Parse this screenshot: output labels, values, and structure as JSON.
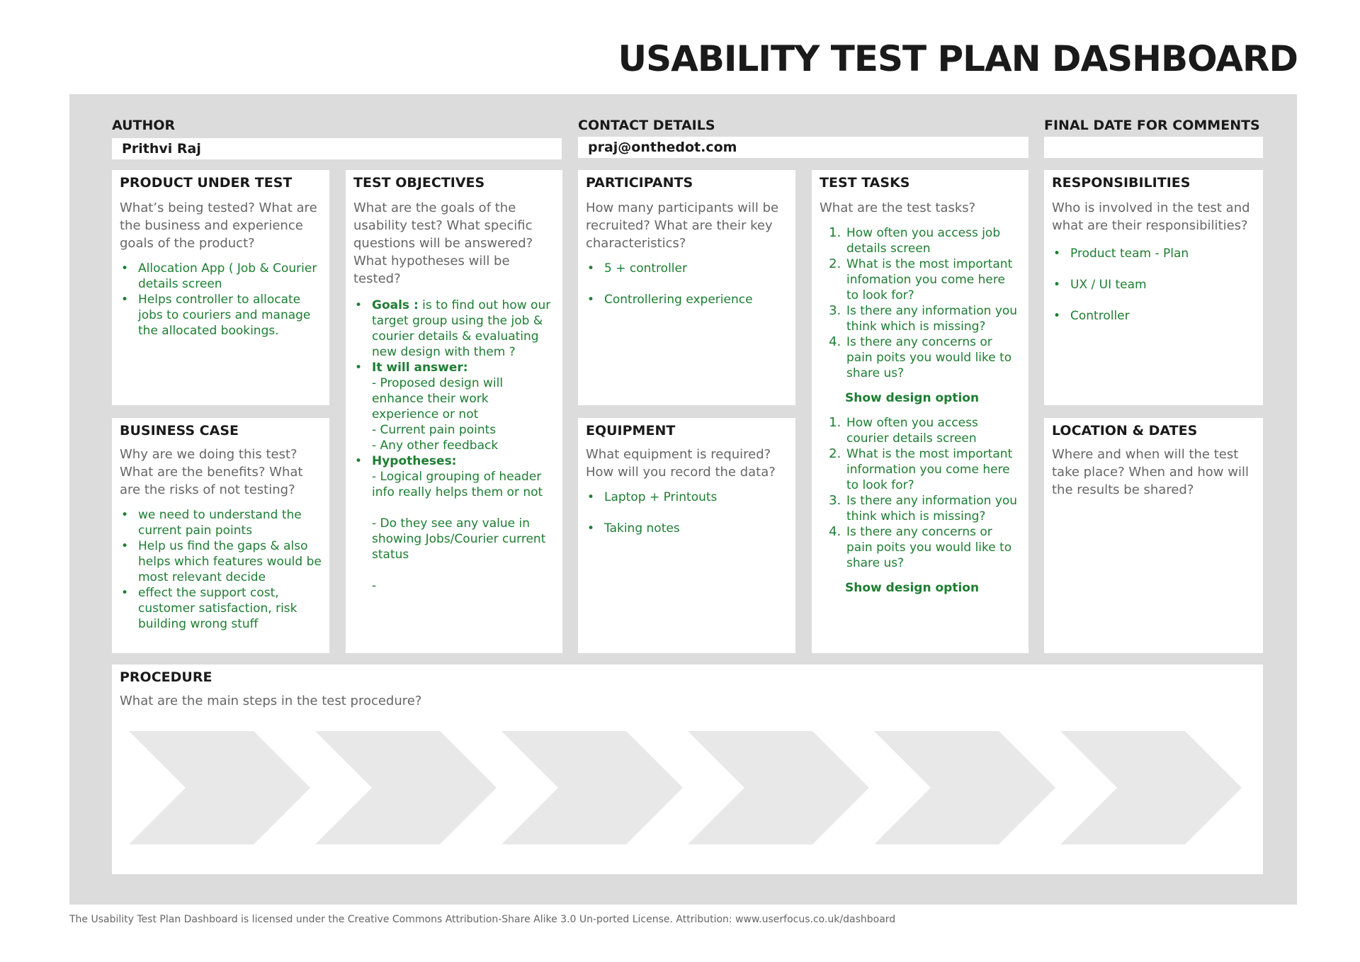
{
  "title": "USABILITY TEST PLAN DASHBOARD",
  "header": {
    "author_label": "AUTHOR",
    "author_value": "Prithvi Raj",
    "contact_label": "CONTACT DETAILS",
    "contact_value": "praj@onthedot.com",
    "date_label": "FINAL DATE FOR COMMENTS",
    "date_value": ""
  },
  "product": {
    "title": "PRODUCT UNDER TEST",
    "desc": "What’s being tested? What are the business and experience goals of the product?",
    "items": [
      "Allocation App ( Job & Courier details screen",
      "Helps controller to allocate jobs to couriers and manage the allocated bookings."
    ]
  },
  "business": {
    "title": "BUSINESS CASE",
    "desc": "Why are we doing this test? What are the benefits? What are the risks of not testing?",
    "items": [
      "we need to understand the current pain points",
      "Help us find the gaps  & also helps which features would be most relevant decide",
      "effect the support cost, customer satisfaction, risk building wrong stuff"
    ]
  },
  "objectives": {
    "title": "TEST OBJECTIVES",
    "desc": "What are the goals of the usability test? What specific questions will be answered? What hypotheses will be tested?",
    "goals_label": "Goals :",
    "goals_text": " is to find out how our target group using the job & courier details & evaluating   new design with them ?",
    "answer_label": "It will answer:",
    "answer_lines": [
      "- Proposed design will enhance their work experience or not",
      "- Current pain points",
      "- Any other feedback"
    ],
    "hyp_label": "Hypotheses:",
    "hyp_lines": [
      "-  Logical grouping of header info really helps them or not",
      "- Do they see any value in showing Jobs/Courier current status",
      "-"
    ]
  },
  "participants": {
    "title": "PARTICIPANTS",
    "desc": "How many participants will be recruited? What are their key characteristics?",
    "items": [
      "5 + controller",
      "Controllering experience"
    ]
  },
  "equipment": {
    "title": "EQUIPMENT",
    "desc": "What equipment is required? How will you record the data?",
    "items": [
      "Laptop + Printouts",
      "Taking notes"
    ]
  },
  "tasks": {
    "title": "TEST TASKS",
    "desc": "What are the test tasks?",
    "group1": [
      "How often you access  job details screen",
      "What is the most important infomation you come here to look for?",
      "Is there any information you think which is missing?",
      "Is there any concerns or pain poits you would like to share us?"
    ],
    "show1": "Show design option",
    "group2": [
      "How often you access  courier details screen",
      "What is the most important information you come here to look for?",
      "Is there any information you think which is missing?",
      "Is there any concerns or pain poits you would like to share us?"
    ],
    "show2": "Show design option"
  },
  "responsibilities": {
    "title": "RESPONSIBILITIES",
    "desc": "Who is involved in the test and what are their responsibilities?",
    "items": [
      "Product team - Plan",
      "UX / UI team",
      "Controller"
    ]
  },
  "location": {
    "title": "LOCATION & DATES",
    "desc": "Where and when will the test take place? When and how will the results be shared?"
  },
  "procedure": {
    "title": "PROCEDURE",
    "desc": "What are the main steps in the test procedure?"
  },
  "colors": {
    "frame": "#dcdcdc",
    "accent": "#1e7d32",
    "chevron": "#e8e8e8"
  },
  "footer": "The Usability Test Plan Dashboard is licensed under the Creative Commons Attribution-Share Alike 3.0 Un-ported License. Attribution: www.userfocus.co.uk/dashboard"
}
